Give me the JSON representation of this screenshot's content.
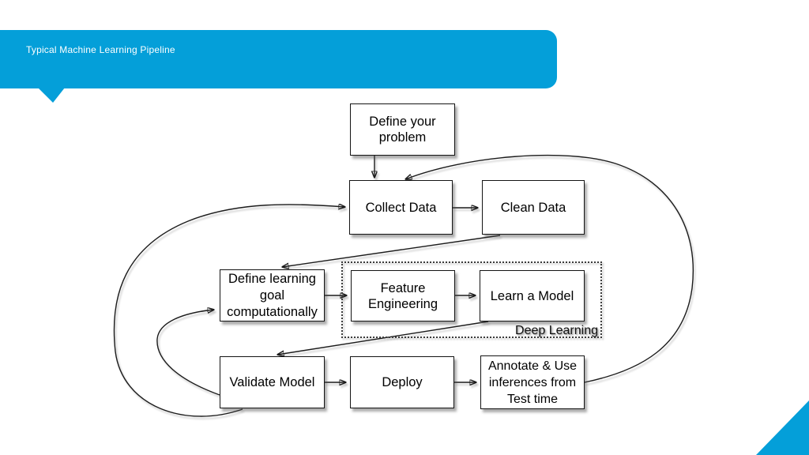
{
  "banner": {
    "title": "Typical Machine Learning Pipeline"
  },
  "colors": {
    "accent_blue": "#049fd9",
    "line": "#1b1b1b",
    "node_fill": "#ffffff",
    "node_border": "#141414"
  },
  "diagram": {
    "nodes": {
      "define_problem": "Define your problem",
      "collect_data": "Collect Data",
      "clean_data": "Clean Data",
      "define_goal": "Define learning goal computationally",
      "feature_engineering": "Feature Engineering",
      "learn_model": "Learn a Model",
      "validate_model": "Validate Model",
      "deploy": "Deploy",
      "annotate": "Annotate & Use inferences from Test time"
    },
    "group_label": "Deep Learning",
    "edges": [
      "define_problem -> collect_data",
      "collect_data -> clean_data",
      "clean_data -> define_goal",
      "define_goal -> feature_engineering",
      "feature_engineering -> learn_model",
      "learn_model -> validate_model",
      "validate_model -> deploy",
      "deploy -> annotate",
      "validate_model -> define_goal (loop)",
      "validate_model -> collect_data (loop)",
      "annotate -> collect_data (loop)"
    ]
  }
}
